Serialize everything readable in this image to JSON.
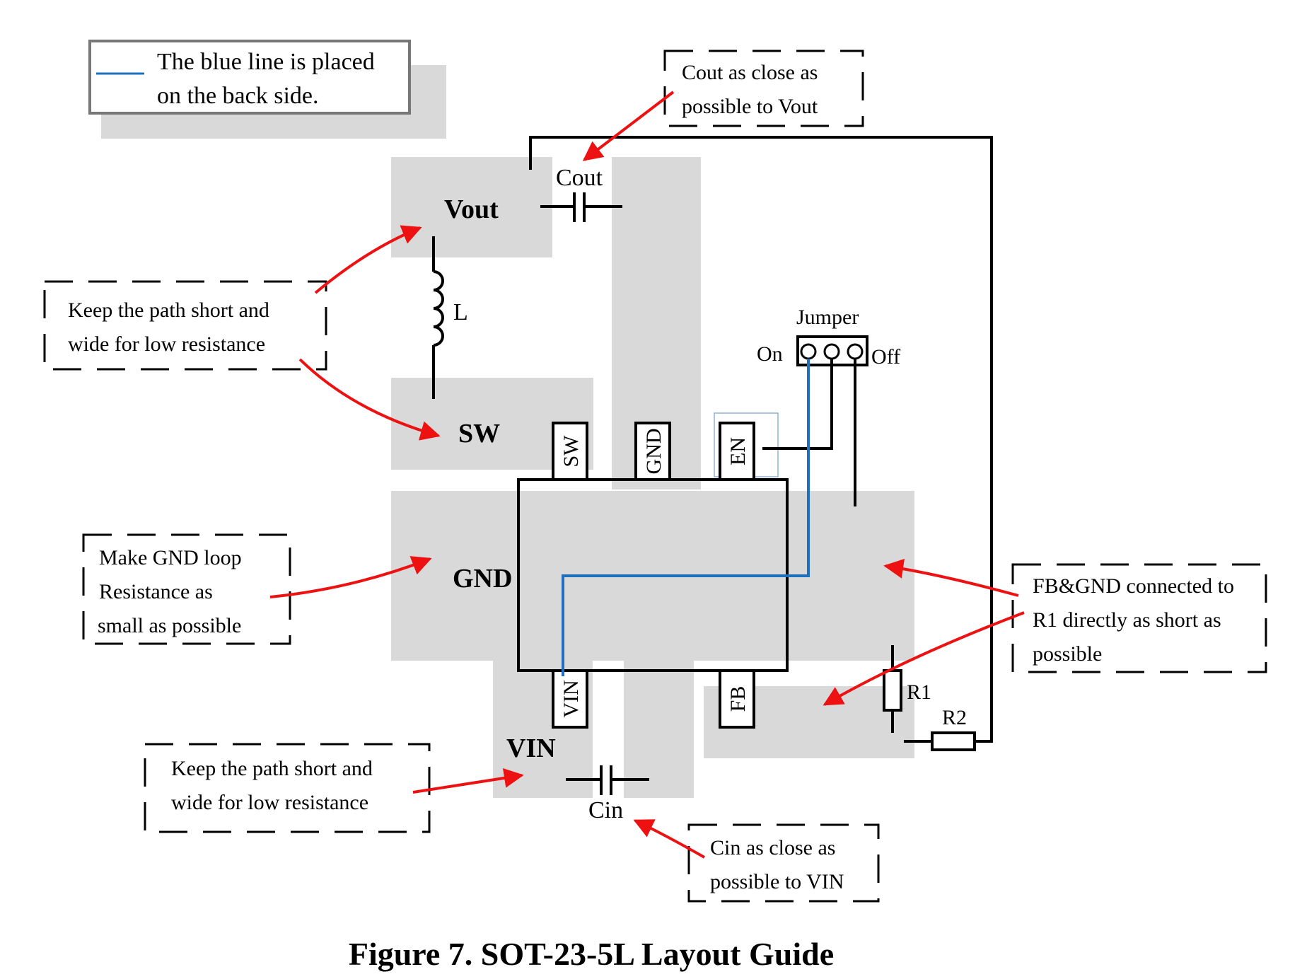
{
  "legend": {
    "line1": "The blue line is placed",
    "line2": "on the back side.",
    "line_color": "#1f6fbf"
  },
  "notes": {
    "cout_note": [
      "Cout as close as",
      "possible to Vout"
    ],
    "path_note_top": [
      "Keep the path short and",
      "wide for low resistance"
    ],
    "gnd_note": [
      "Make GND loop",
      "Resistance as",
      "small as possible"
    ],
    "fb_note": [
      "FB&GND connected to",
      "R1 directly as short as",
      "possible"
    ],
    "path_note_bottom": [
      "Keep the path short and",
      "wide for low resistance"
    ],
    "cin_note": [
      "Cin as close as",
      "possible to VIN"
    ]
  },
  "labels": {
    "vout": "Vout",
    "sw": "SW",
    "gnd": "GND",
    "vin": "VIN",
    "cout": "Cout",
    "cin": "Cin",
    "inductor": "L",
    "jumper": "Jumper",
    "on": "On",
    "off": "Off",
    "r1": "R1",
    "r2": "R2"
  },
  "pins": {
    "sw": "SW",
    "gnd": "GND",
    "en": "EN",
    "vin": "VIN",
    "fb": "FB"
  },
  "caption": "Figure 7. SOT-23-5L Layout Guide",
  "colors": {
    "pad": "#d9d9d9",
    "arrow": "#ee1111",
    "back_side_trace": "#1f6fbf"
  }
}
